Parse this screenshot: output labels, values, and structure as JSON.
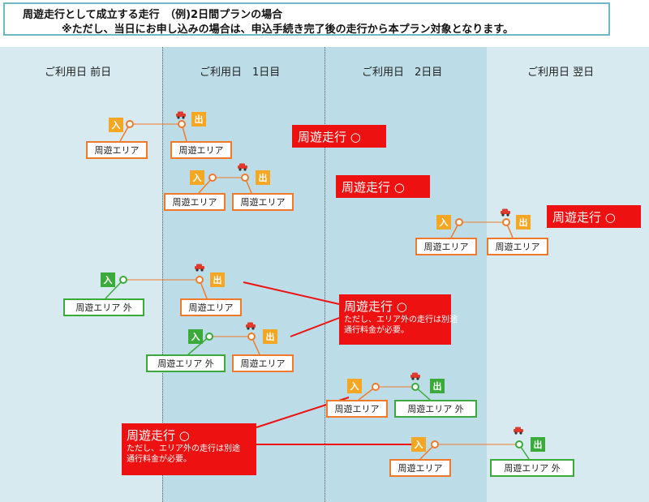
{
  "header": {
    "title": "周遊走行として成立する走行　（例)2日間プランの場合",
    "note": "※ただし、当日にお申し込みの場合は、申込手続き完了後の走行から本プラン対象となります。"
  },
  "columns": {
    "day_before": "ご利用日 前日",
    "day1": "ご利用日　1日目",
    "day2": "ご利用日　2日目",
    "day_after": "ご利用日 翌日"
  },
  "labels": {
    "enter": "入",
    "exit": "出",
    "area": "周遊エリア",
    "area_outside": "周遊エリア 外"
  },
  "banners": {
    "valid": "周遊走行 ○",
    "note_line1": "ただし、エリア外の走行は別途",
    "note_line2": "通行料金が必要。"
  },
  "colors": {
    "banner": "#ee1111",
    "orange": "#f07a2a",
    "green": "#3aaa3a",
    "tag_orange": "#f5a623"
  },
  "icons": {
    "car": "car-icon"
  }
}
